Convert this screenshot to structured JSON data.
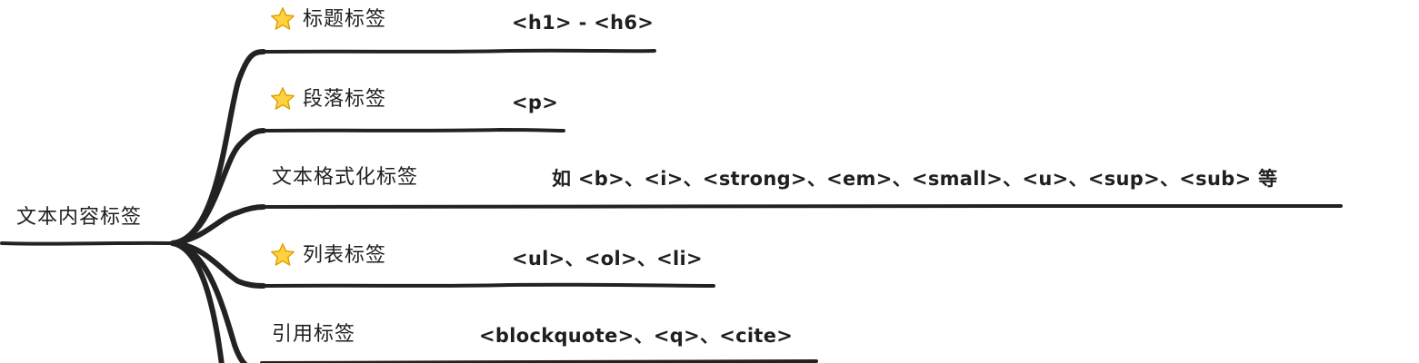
{
  "root": {
    "label": "文本内容标签"
  },
  "branches": [
    {
      "label": "标题标签",
      "starred": true,
      "description": "<h1> - <h6>"
    },
    {
      "label": "段落标签",
      "starred": true,
      "description": "<p>"
    },
    {
      "label": "文本格式化标签",
      "starred": false,
      "description": "如 <b>、<i>、<strong>、<em>、<small>、<u>、<sup>、<sub> 等"
    },
    {
      "label": "列表标签",
      "starred": true,
      "description": "<ul>、<ol>、<li>"
    },
    {
      "label": "引用标签",
      "starred": false,
      "description": "<blockquote>、<q>、<cite>"
    }
  ],
  "colors": {
    "line": "#222222",
    "star_fill": "#ffd23f",
    "star_stroke": "#e0a100",
    "text": "#1f1f1f"
  }
}
